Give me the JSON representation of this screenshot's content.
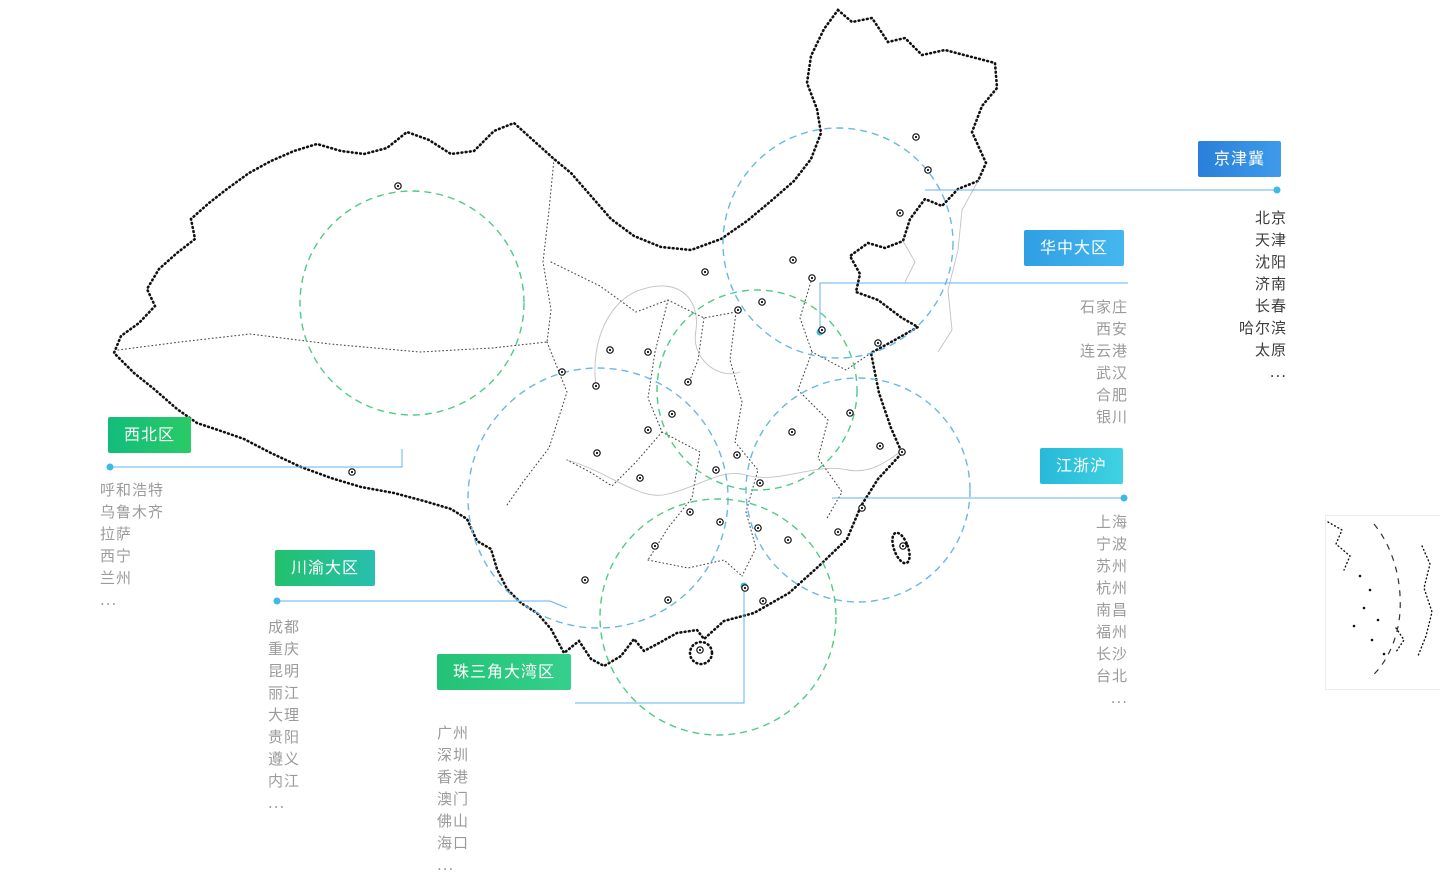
{
  "regions": [
    {
      "id": "jingjinji",
      "label": "京津冀",
      "gradient": {
        "from": "#2a7fd8",
        "to": "#3f9bea"
      },
      "cities": [
        "北京",
        "天津",
        "沈阳",
        "济南",
        "长春",
        "哈尔滨",
        "太原",
        "..."
      ]
    },
    {
      "id": "huazhong",
      "label": "华中大区",
      "gradient": {
        "from": "#2f9fe3",
        "to": "#45b7ef"
      },
      "cities": [
        "石家庄",
        "西安",
        "连云港",
        "武汉",
        "合肥",
        "银川"
      ]
    },
    {
      "id": "xibei",
      "label": "西北区",
      "gradient": {
        "from": "#12bd7c",
        "to": "#2aca66"
      },
      "cities": [
        "呼和浩特",
        "乌鲁木齐",
        "拉萨",
        "西宁",
        "兰州",
        "..."
      ]
    },
    {
      "id": "jiangzhehu",
      "label": "江浙沪",
      "gradient": {
        "from": "#27b9d8",
        "to": "#3fd2e2"
      },
      "cities": [
        "上海",
        "宁波",
        "苏州",
        "杭州",
        "南昌",
        "福州",
        "长沙",
        "台北",
        "..."
      ]
    },
    {
      "id": "chuanyu",
      "label": "川渝大区",
      "gradient": {
        "from": "#21c16c",
        "to": "#28bfae"
      },
      "cities": [
        "成都",
        "重庆",
        "昆明",
        "丽江",
        "大理",
        "贵阳",
        "遵义",
        "内江",
        "..."
      ]
    },
    {
      "id": "zhusanjiao",
      "label": "珠三角大湾区",
      "gradient": {
        "from": "#23c276",
        "to": "#35d08c"
      },
      "cities": [
        "广州",
        "深圳",
        "香港",
        "澳门",
        "佛山",
        "海口",
        "..."
      ]
    }
  ],
  "colors": {
    "leader_line": "#5fb3e8",
    "endpoint_dot": "#3fb9e6",
    "circle_blue": "#5fb3e8",
    "circle_green": "#46c87c",
    "map_outline": "#111111"
  }
}
